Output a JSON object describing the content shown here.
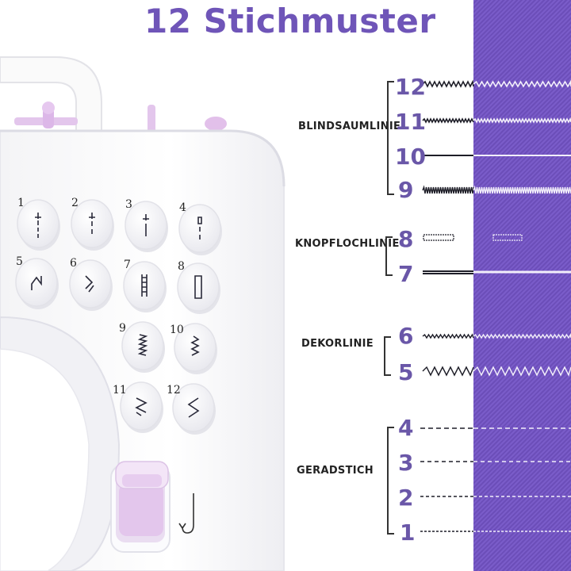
{
  "title": "12 Stichmuster",
  "groups": [
    {
      "label": "BLINDSAUMLINIE",
      "numbers": [
        "12",
        "11",
        "10",
        "9"
      ]
    },
    {
      "label": "KNOPFLOCHLINIE",
      "numbers": [
        "8",
        "7"
      ]
    },
    {
      "label": "DEKORLINIE",
      "numbers": [
        "6",
        "5"
      ]
    },
    {
      "label": "GERADSTICH",
      "numbers": [
        "4",
        "3",
        "2",
        "1"
      ]
    }
  ],
  "panel_labels": [
    "1",
    "2",
    "3",
    "4",
    "5",
    "6",
    "7",
    "8",
    "9",
    "10",
    "11",
    "12"
  ],
  "colors": {
    "accent": "#6f55b8",
    "fabric": "#7a5cc9",
    "machine_pink": "#e3c6ec"
  }
}
